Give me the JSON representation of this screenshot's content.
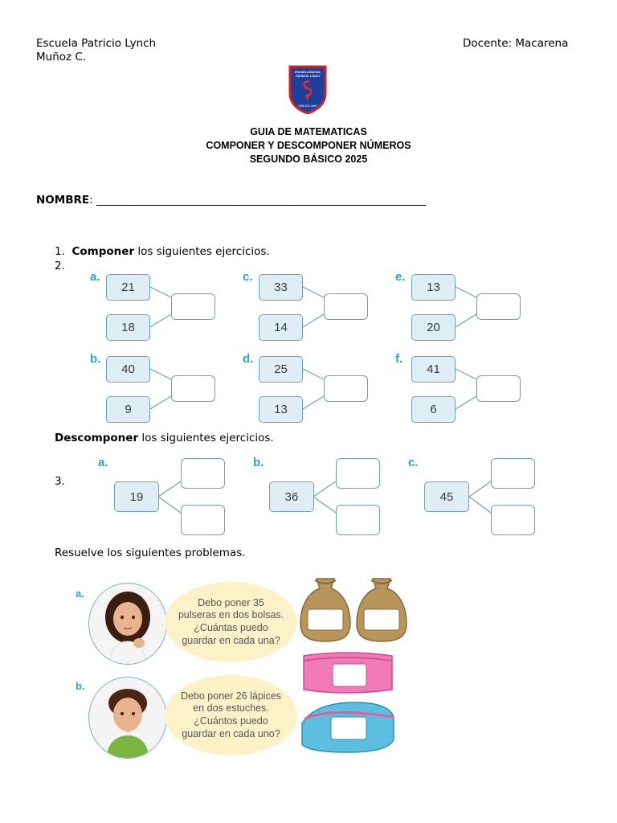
{
  "header": {
    "school": "Escuela Patricio Lynch",
    "teacher": "Docente: Macarena",
    "teacher_cont": "Muñoz C.",
    "logo_text": "ESCUELA BASICA PATRICIO LYNCH",
    "logo_motto": "VIÑA DEL MAR"
  },
  "title": {
    "line1": "GUIA DE MATEMATICAS",
    "line2": "COMPONER Y DESCOMPONER NÚMEROS",
    "line3": "SEGUNDO BÁSICO 2025"
  },
  "name_label": "NOMBRE",
  "name_colon": ":",
  "name_line": "______________________________________________________________________",
  "section1": {
    "num1": "1.",
    "bold": "Componer",
    "rest": " los siguientes ejercicios.",
    "num2": "2."
  },
  "compose": [
    {
      "label": "a.",
      "top": "21",
      "bottom": "18"
    },
    {
      "label": "c.",
      "top": "33",
      "bottom": "14"
    },
    {
      "label": "e.",
      "top": "13",
      "bottom": "20"
    },
    {
      "label": "b.",
      "top": "40",
      "bottom": "9"
    },
    {
      "label": "d.",
      "top": "25",
      "bottom": "13"
    },
    {
      "label": "f.",
      "top": "41",
      "bottom": "6"
    }
  ],
  "section2": {
    "bold": "Descomponer",
    "rest": " los siguientes ejercicios.",
    "num": "3."
  },
  "decompose": [
    {
      "label": "a.",
      "value": "19"
    },
    {
      "label": "b.",
      "value": "36"
    },
    {
      "label": "c.",
      "value": "45"
    }
  ],
  "section3": {
    "text": "Resuelve los siguientes problemas."
  },
  "problems": [
    {
      "label": "a.",
      "l1": "Debo poner 35",
      "l2": "pulseras en dos bolsas.",
      "l3": "¿Cuántas puedo",
      "l4": "guardar en cada una?"
    },
    {
      "label": "b.",
      "l1": "Debo poner 26 lápices",
      "l2": "en dos estuches.",
      "l3": "¿Cuántos puedo",
      "l4": "guardar en cada uno?"
    }
  ],
  "colors": {
    "accent": "#2aa3c4",
    "box_fill": "#dfeef4",
    "box_border": "#6f9fb3",
    "bubble": "#fdf1c7"
  }
}
